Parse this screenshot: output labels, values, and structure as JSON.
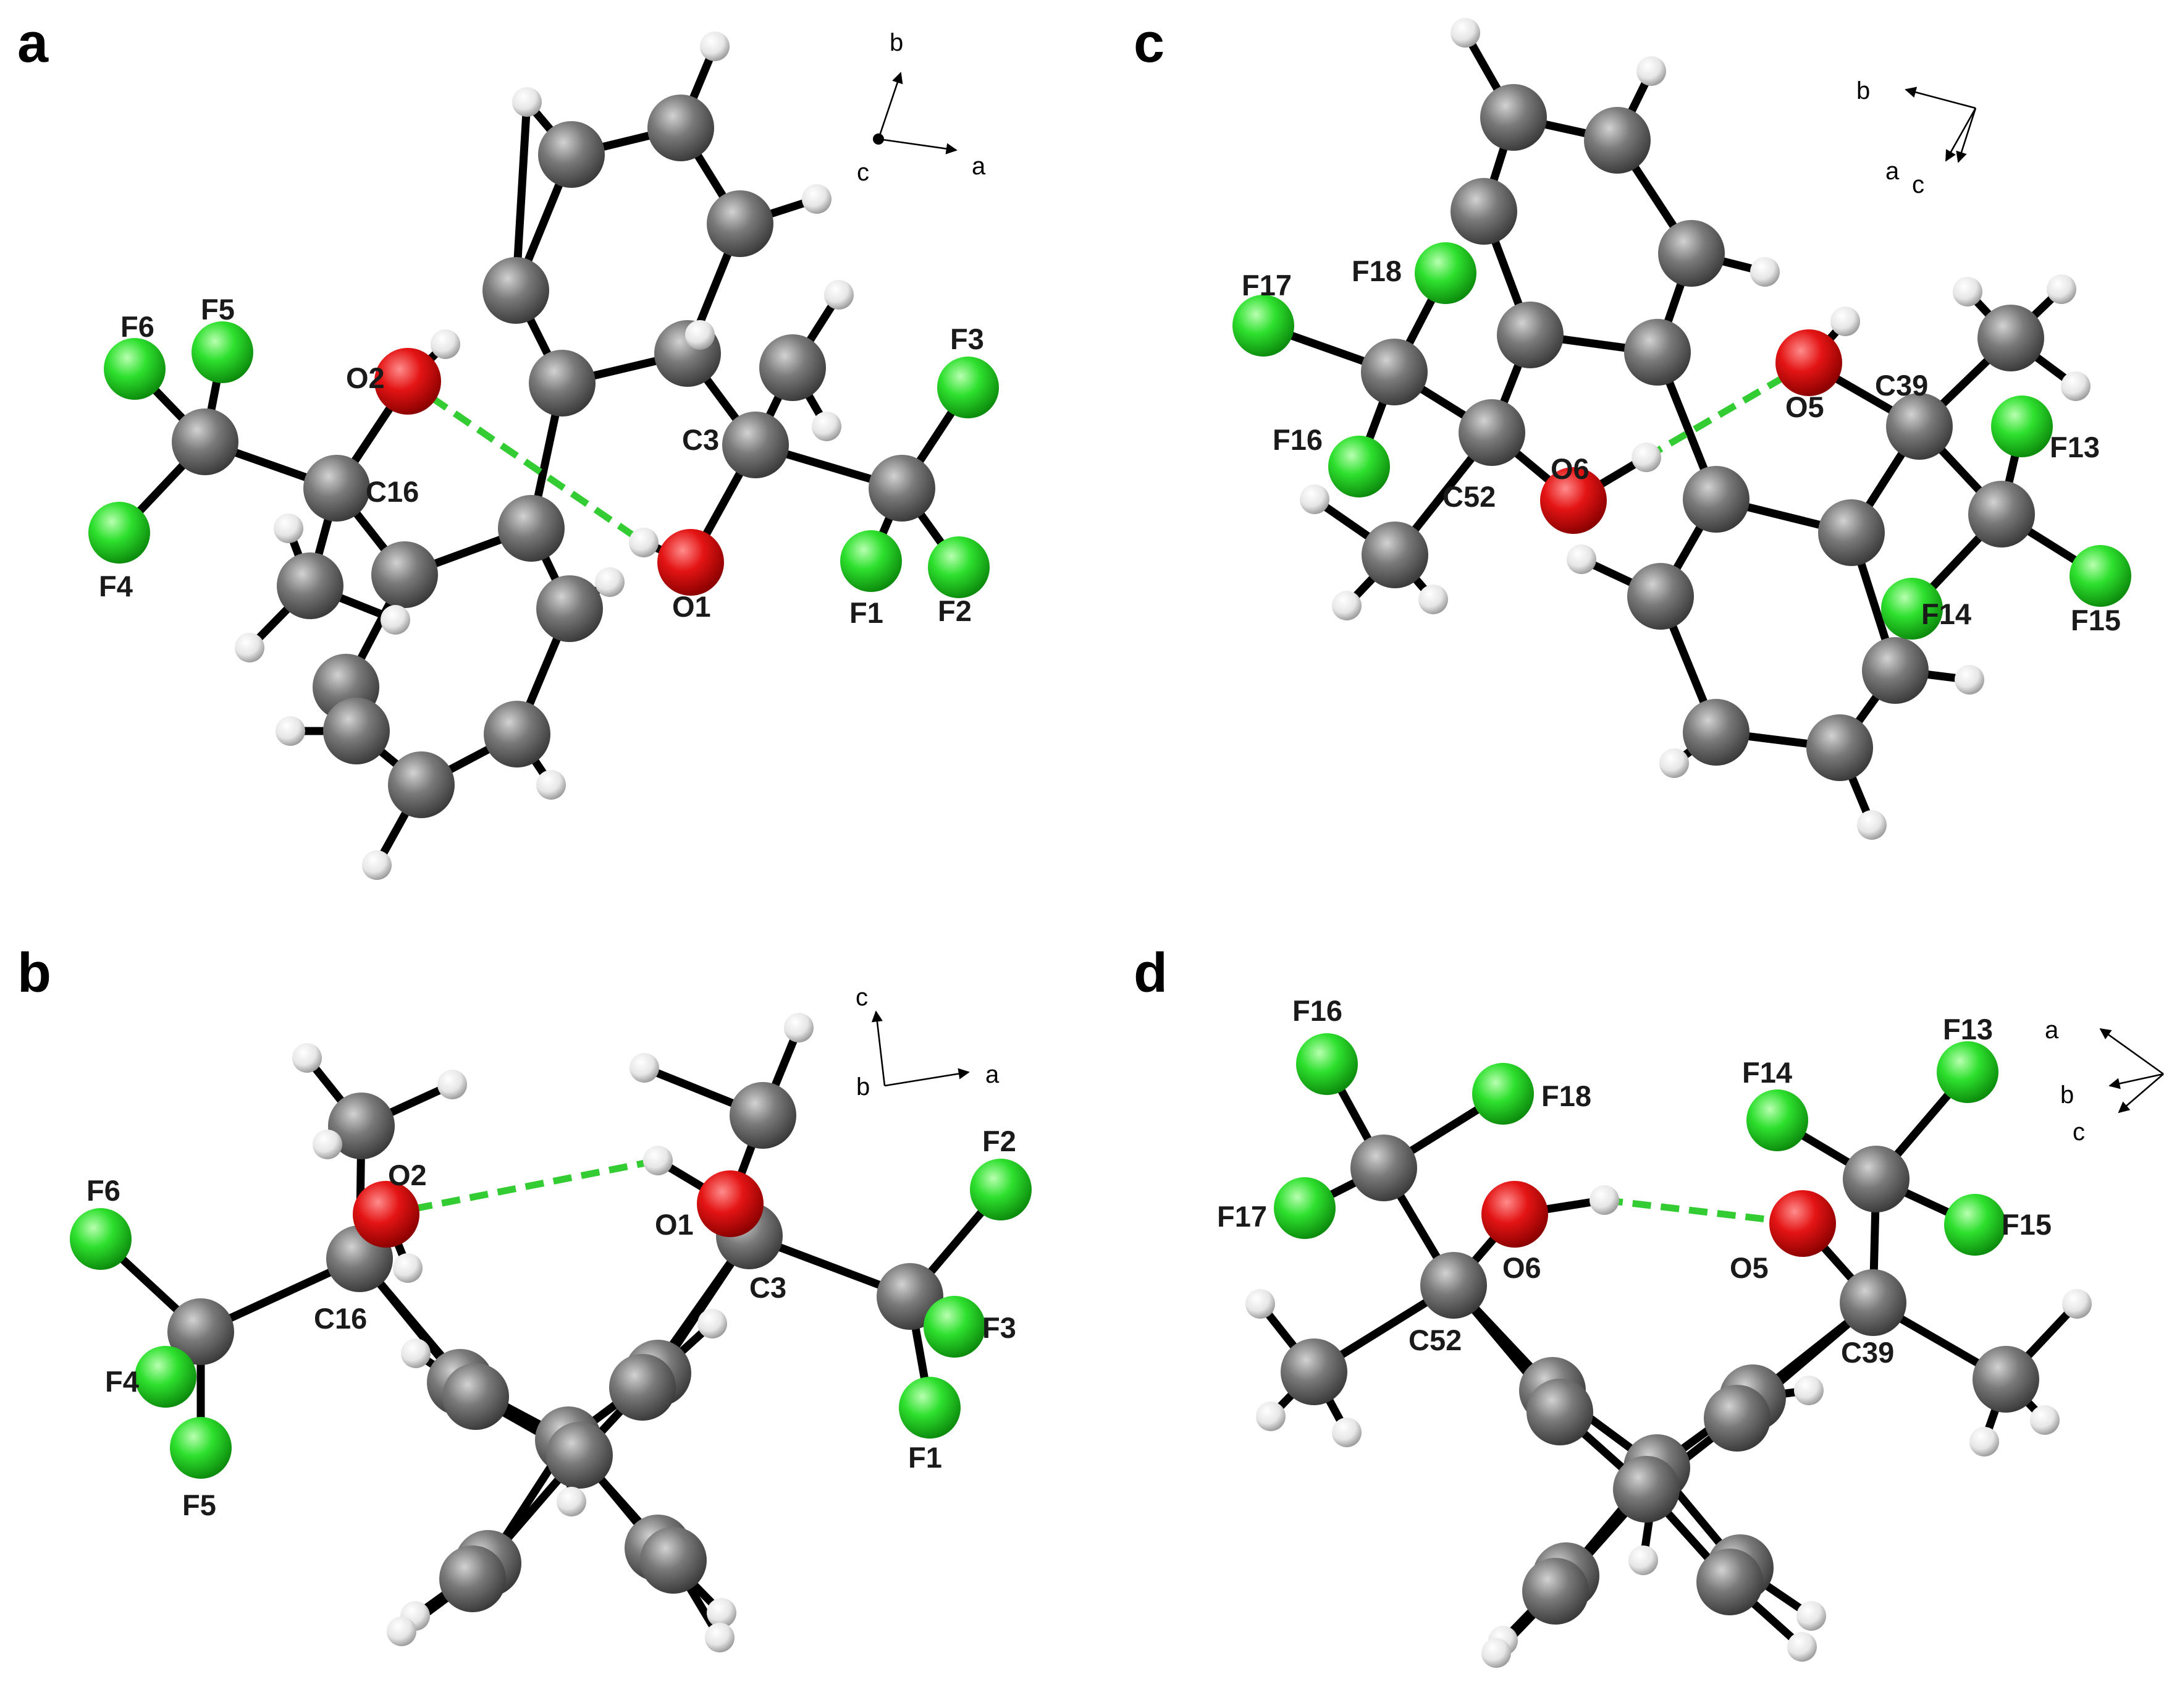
{
  "figure": {
    "background": "#ffffff",
    "colors": {
      "carbon": "#707070",
      "hydrogen": "#ffffff",
      "oxygen": "#e41414",
      "fluorine": "#22dd22",
      "bond": "#000000",
      "hydrogen_bond": "#33cc33"
    },
    "panels": [
      {
        "key": "a",
        "label": "a",
        "axes": [
          "a",
          "b",
          "c"
        ],
        "atom_labels": [
          "F6",
          "F5",
          "O2",
          "C16",
          "F4",
          "C3",
          "O1",
          "F3",
          "F1",
          "F2"
        ]
      },
      {
        "key": "b",
        "label": "b",
        "axes": [
          "a",
          "c",
          "b"
        ],
        "atom_labels": [
          "F6",
          "O2",
          "C16",
          "F4",
          "F5",
          "O1",
          "C3",
          "F2",
          "F3",
          "F1"
        ]
      },
      {
        "key": "c",
        "label": "c",
        "axes": [
          "b",
          "a",
          "c"
        ],
        "atom_labels": [
          "F17",
          "F18",
          "F16",
          "C52",
          "O6",
          "O5",
          "C39",
          "F13",
          "F14",
          "F15"
        ]
      },
      {
        "key": "d",
        "label": "d",
        "axes": [
          "a",
          "b",
          "c"
        ],
        "atom_labels": [
          "F16",
          "F18",
          "F17",
          "O6",
          "C52",
          "F14",
          "F13",
          "O5",
          "F15",
          "C39"
        ]
      }
    ]
  }
}
